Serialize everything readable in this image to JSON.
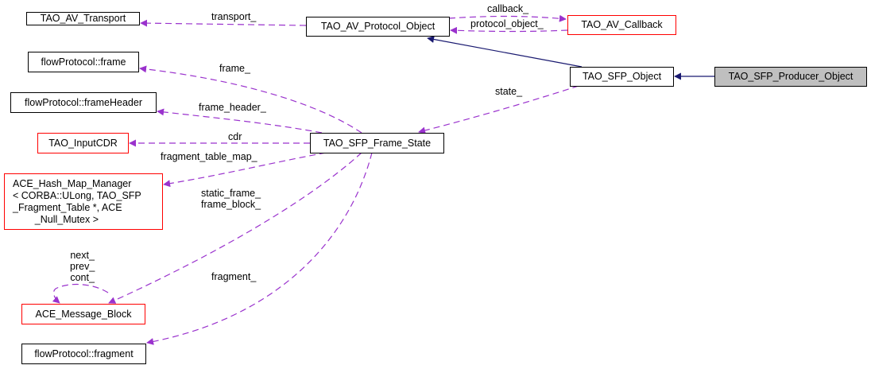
{
  "diagram": {
    "colors": {
      "inheritance": "#191970",
      "usage": "#9a32cd",
      "node_border": "#000000",
      "node_border_undocumented": "#ff0000",
      "current_fill": "#bfbfbf"
    },
    "nodes": {
      "tao_av_transport": "TAO_AV_Transport",
      "tao_av_protocol_object": "TAO_AV_Protocol_Object",
      "tao_av_callback": "TAO_AV_Callback",
      "tao_sfp_object": "TAO_SFP_Object",
      "tao_sfp_producer_object": "TAO_SFP_Producer_Object",
      "flowprotocol_frame": "flowProtocol::frame",
      "flowprotocol_frameheader": "flowProtocol::frameHeader",
      "tao_inputcdr": "TAO_InputCDR",
      "tao_sfp_frame_state": "TAO_SFP_Frame_State",
      "ace_hash_map_manager": "ACE_Hash_Map_Manager\n< CORBA::ULong, TAO_SFP\n_Fragment_Table *, ACE\n        _Null_Mutex >",
      "ace_message_block": "ACE_Message_Block",
      "flowprotocol_fragment": "flowProtocol::fragment"
    },
    "edge_labels": {
      "transport": "transport_",
      "callback": "callback_",
      "protocol_object": "protocol_object_",
      "state": "state_",
      "frame": "frame_",
      "frame_header": "frame_header_",
      "cdr": "cdr",
      "fragment_table_map": "fragment_table_map_",
      "static_frame_block": "static_frame_\nframe_block_",
      "next_prev_cont": "next_\nprev_\ncont_",
      "fragment": "fragment_"
    }
  }
}
